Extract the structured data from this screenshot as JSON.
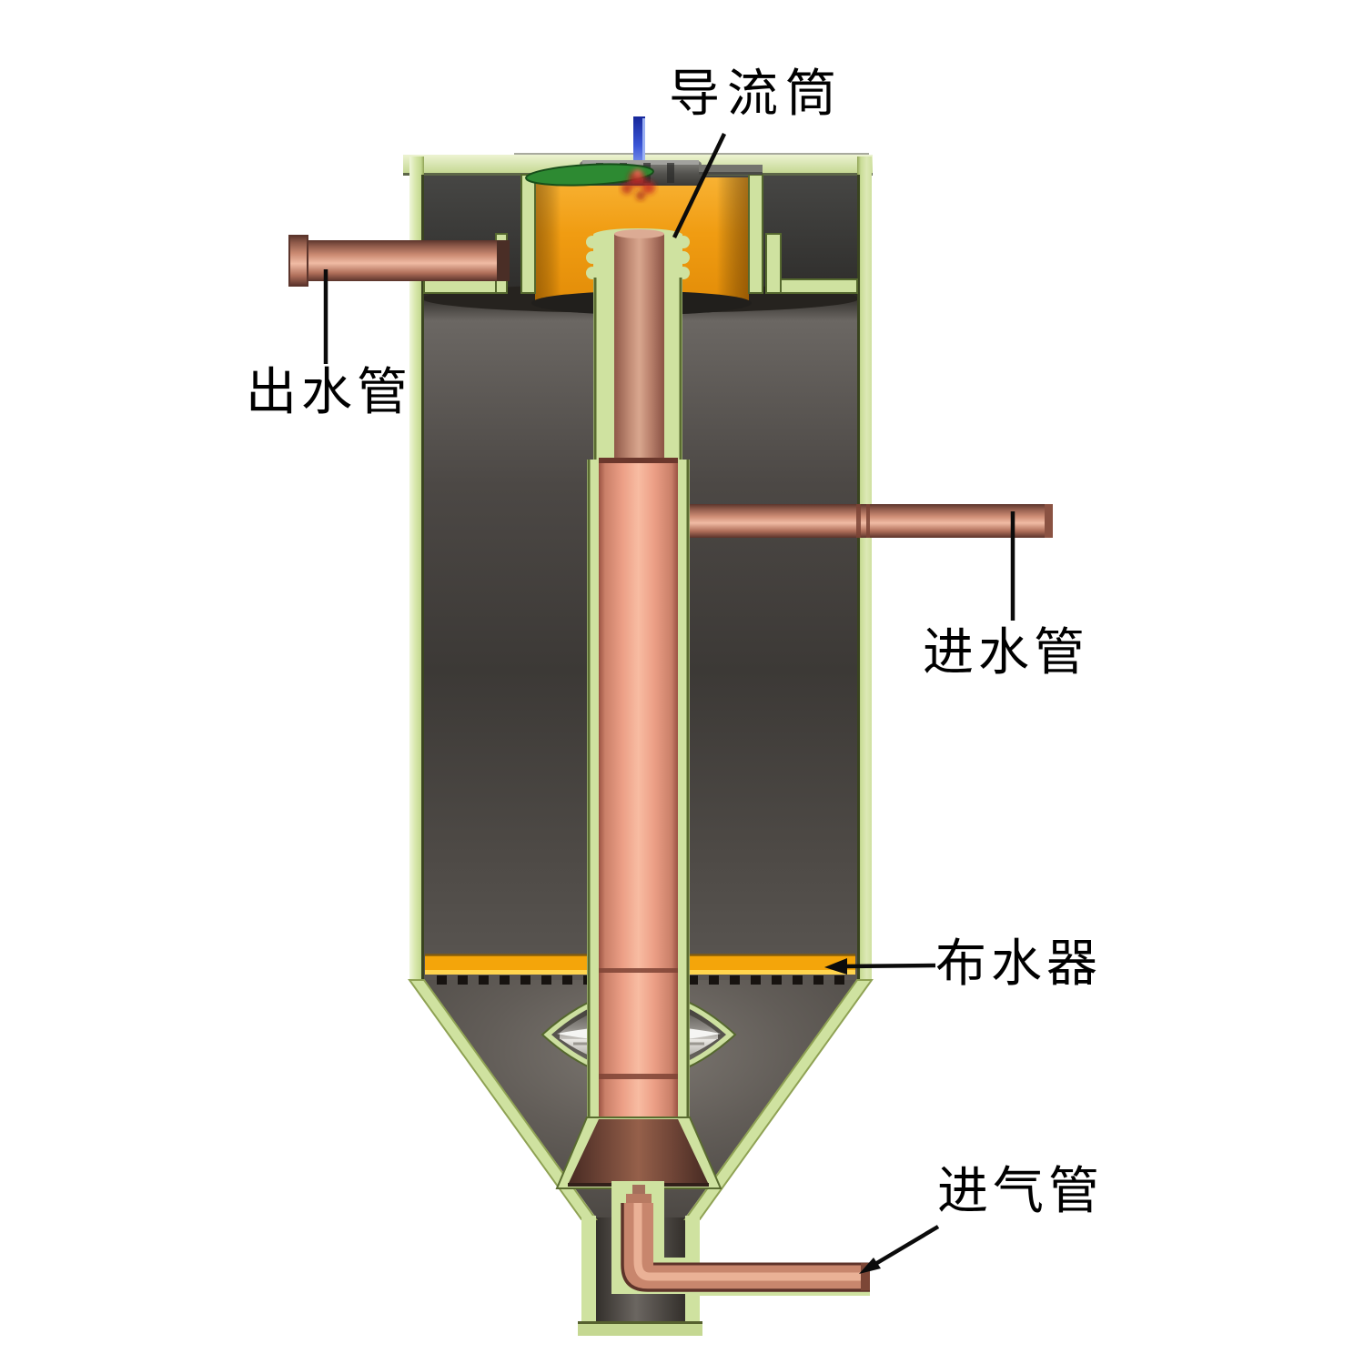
{
  "diagram": {
    "type": "reactor-schematic-cross-section",
    "labels": {
      "draft_tube": "导流筒",
      "outlet_pipe": "出水管",
      "inlet_pipe": "进水管",
      "water_distributor": "布水器",
      "air_inlet_pipe": "进气管"
    },
    "colors": {
      "background": "#ffffff",
      "vessel_wall_green": "#d6e6a8",
      "wall_edge_dark_green": "#55682e",
      "interior_dark_gray": "#3c3936",
      "cone_gray": "#625d58",
      "motor_orange": "#f09c12",
      "distributor_orange": "#f4a50a",
      "distributor_yellow": "#ffd44e",
      "pipe_copper": "#c8876f",
      "pipe_pink_highlight": "#f8bca2",
      "deflector_silver": "#f5f5f3",
      "drive_shaft_blue": "#3a55d6",
      "top_disc_green": "#2d8a32",
      "coupling_red": "#c41f1f",
      "leader_line_black": "#0b0b0b",
      "label_text": "#000000"
    }
  }
}
